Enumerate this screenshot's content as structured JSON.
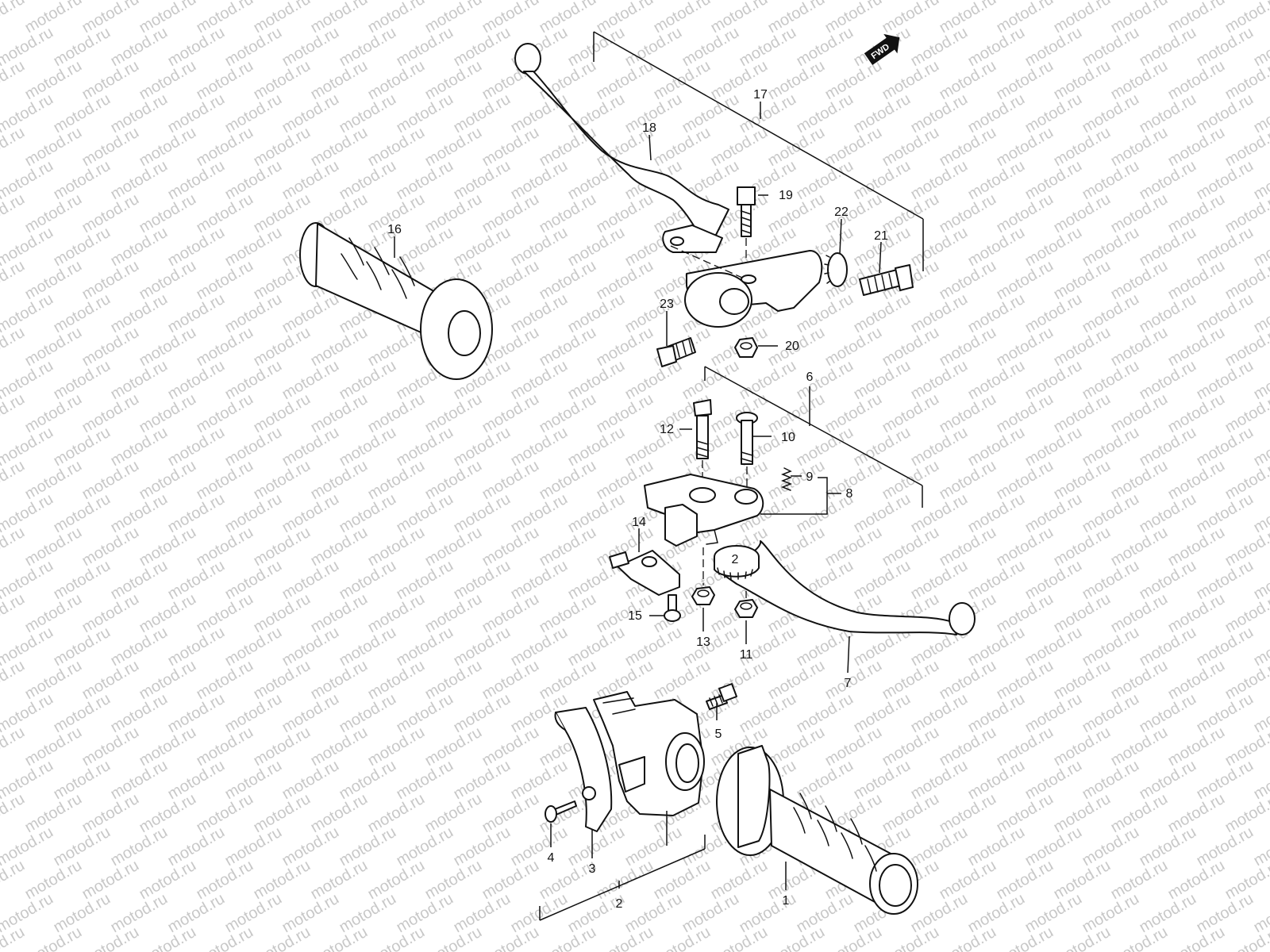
{
  "watermark": "motod.ru",
  "direction_badge": "FWD",
  "callouts": {
    "c1": "1",
    "c2": "2",
    "c3": "3",
    "c4": "4",
    "c5": "5",
    "c6": "6",
    "c7": "7",
    "c8": "8",
    "c9": "9",
    "c10": "10",
    "c11": "11",
    "c12": "12",
    "c13": "13",
    "c14": "14",
    "c15": "15",
    "c16": "16",
    "c17": "17",
    "c18": "18",
    "c19": "19",
    "c20": "20",
    "c21": "21",
    "c22": "22",
    "c23": "23"
  }
}
